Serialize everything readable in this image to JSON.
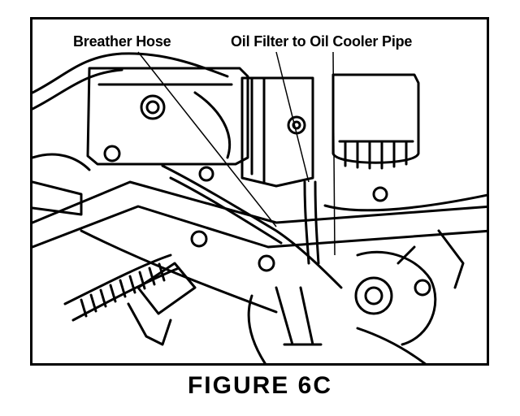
{
  "figure": {
    "callouts": {
      "breather_hose": "Breather Hose",
      "oil_filter_pipe": "Oil Filter to Oil Cooler Pipe"
    },
    "caption": "FIGURE 6C"
  },
  "colors": {
    "ink": "#000000",
    "paper": "#ffffff"
  }
}
